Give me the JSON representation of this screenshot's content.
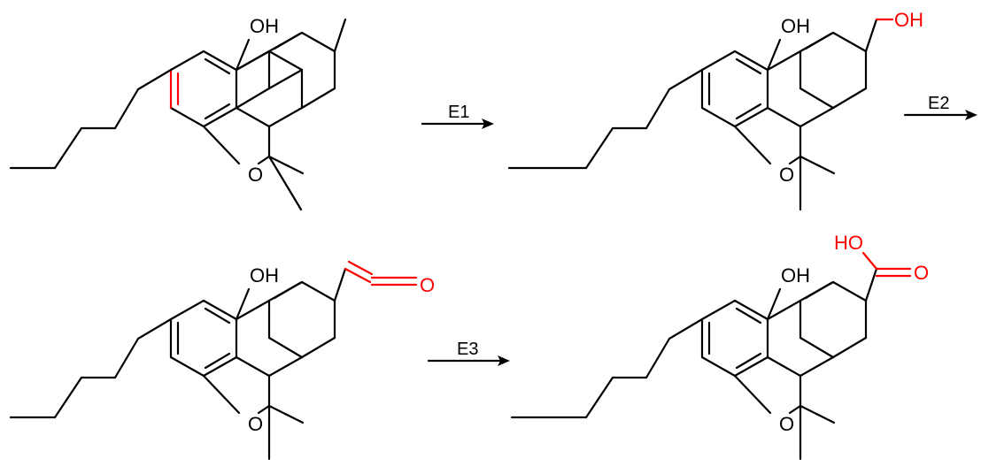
{
  "colors": {
    "bond": "#000000",
    "highlight": "#ff0000",
    "background": "#ffffff"
  },
  "atoms": {
    "hydroxyl": "OH",
    "ring_oxygen": "O",
    "carboxyl_hydroxyl": "HO",
    "carbonyl_oxygen": "O"
  },
  "steps": [
    {
      "label": "E1"
    },
    {
      "label": "E2"
    },
    {
      "label": "E3"
    }
  ],
  "molecules": [
    {
      "substituent": "methyl",
      "highlight": "aromatic C-C bond"
    },
    {
      "substituent": "hydroxymethyl (CH2-OH)"
    },
    {
      "substituent": "aldehyde (CH=O)"
    },
    {
      "substituent": "carboxylic acid (COOH)"
    }
  ]
}
